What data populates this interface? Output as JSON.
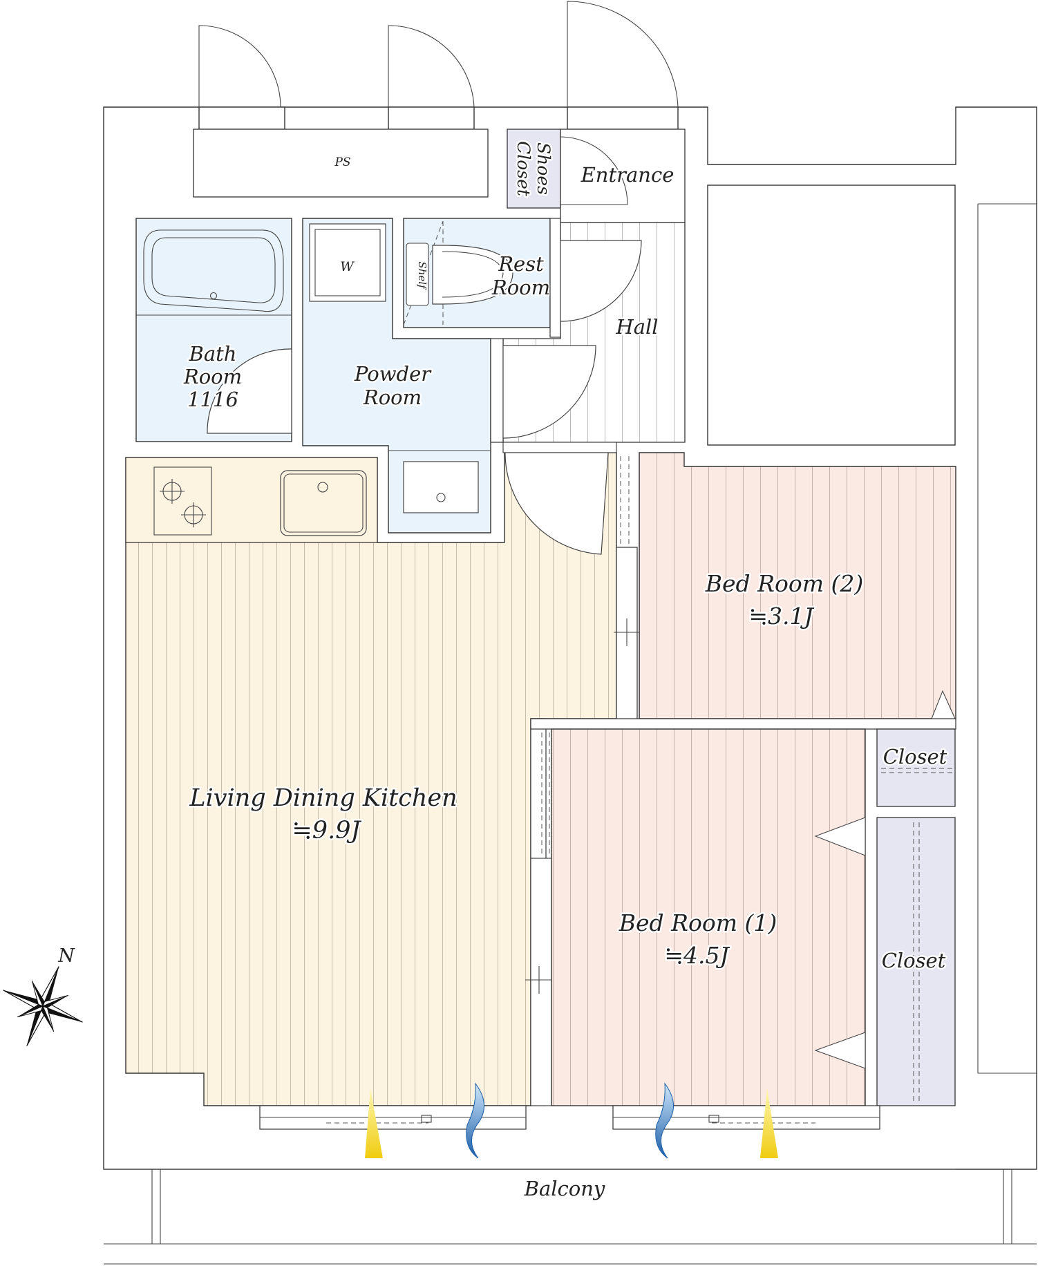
{
  "rooms": {
    "ps": "PS",
    "shoes_closet": [
      "Shoes",
      "Closet"
    ],
    "entrance": "Entrance",
    "washer": "W",
    "shelf": "Shelf",
    "rest_room": [
      "Rest",
      "Room"
    ],
    "hall": "Hall",
    "bath_room": [
      "Bath",
      "Room",
      "1116"
    ],
    "powder_room": [
      "Powder",
      "Room"
    ],
    "bed_room_2": {
      "name": "Bed Room (2)",
      "size": "≒3.1J"
    },
    "bed_room_1": {
      "name": "Bed Room (1)",
      "size": "≒4.5J"
    },
    "ldk": {
      "name": "Living Dining Kitchen",
      "size": "≒9.9J"
    },
    "closet_upper": "Closet",
    "closet_lower": "Closet",
    "balcony": "Balcony"
  },
  "compass": {
    "label": "N"
  },
  "colors": {
    "wet_area": "#e9f3fb",
    "ldk_floor": "#fdf3e1",
    "bedroom_floor": "#fbe9e3",
    "closet": "#e6e5f2",
    "hall_floor": "#ffffff",
    "warm_air": "#f3d431",
    "cool_air": "#2a6fb5"
  }
}
